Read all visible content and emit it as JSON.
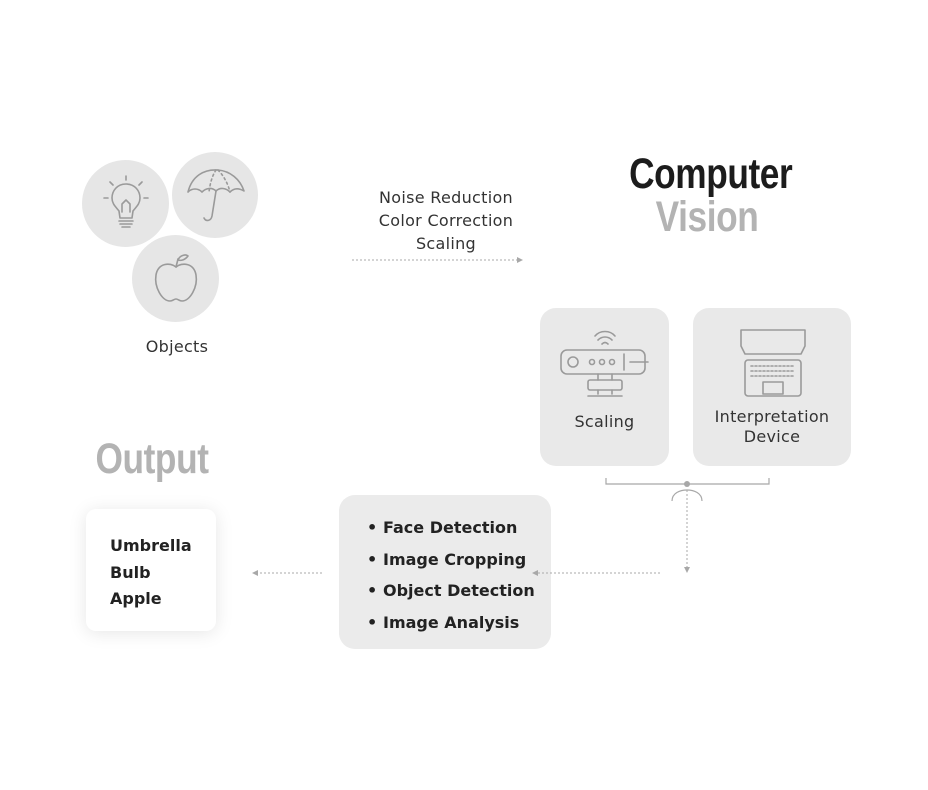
{
  "objects": {
    "label": "Objects",
    "icons": [
      "lightbulb-icon",
      "umbrella-icon",
      "apple-icon"
    ]
  },
  "preprocessing": [
    "Noise Reduction",
    "Color Correction",
    "Scaling"
  ],
  "title": {
    "line1": "Computer",
    "line2": "Vision"
  },
  "devices": [
    {
      "icon": "camera-sensor-icon",
      "label": "Scaling"
    },
    {
      "icon": "laptop-icon",
      "label_line1": "Interpretation",
      "label_line2": "Device"
    }
  ],
  "tasks": {
    "bullet": "•",
    "items": [
      "Face Detection",
      "Image Cropping",
      "Object Detection",
      "Image Analysis"
    ]
  },
  "output": {
    "title": "Output",
    "items": [
      "Umbrella",
      "Bulb",
      "Apple"
    ]
  },
  "colors": {
    "circle_fill": "#e6e6e6",
    "card_fill": "#e9e9e9",
    "icon_stroke": "#9a9a9a",
    "title_dark": "#1c1c1c",
    "title_light": "#b3b3b3"
  }
}
